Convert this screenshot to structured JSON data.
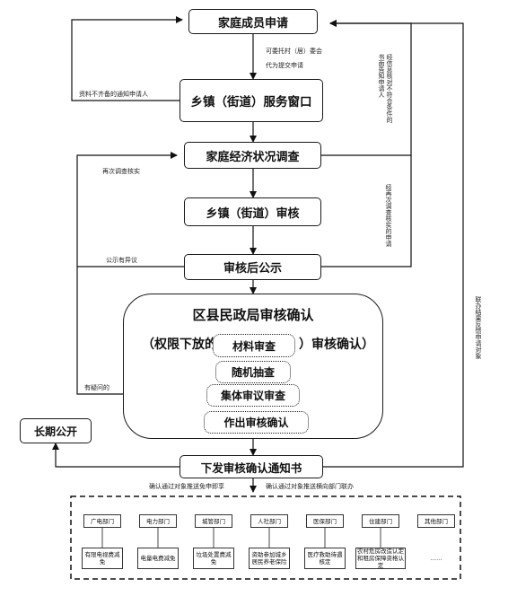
{
  "nodes": {
    "apply": "家庭成员申请",
    "window": "乡镇（街道）服务窗口",
    "survey": "家庭经济状况调查",
    "township_review": "乡镇（街道）审核",
    "publicity": "审核后公示",
    "county_title": "区县民政局审核确认",
    "county_sub_left": "（权限下放的",
    "county_sub_right": "）审核确认）",
    "material_review": "材料审查",
    "random_check": "随机抽查",
    "collective_review": "集体审议审查",
    "make_confirm": "作出审核确认",
    "long_term": "长期公开",
    "notice": "下发审核确认通知书"
  },
  "notes": {
    "entrust_1": "可委托村（居）委会",
    "entrust_2": "代为提交申请",
    "incomplete": "资料不齐备的通知申请人",
    "recheck": "再次调查核实",
    "objection": "公示有异议",
    "doubt": "有疑问的",
    "confirm_left": "确认通过对象推送免申即享",
    "confirm_right": "确认通过对象推送横向部门联办",
    "vertical_1": "经信息核对不符合条件的书面告知申请人",
    "vertical_2": "经再次调查核实的申请",
    "vertical_3": "联办结果反馈申请对象"
  },
  "departments": [
    {
      "dept": "广电部门",
      "service": "有限电视费减免"
    },
    {
      "dept": "电力部门",
      "service": "电量电费减免"
    },
    {
      "dept": "城管部门",
      "service": "垃圾处置费减免"
    },
    {
      "dept": "人社部门",
      "service": "资助参加城乡居民养老保险"
    },
    {
      "dept": "医保部门",
      "service": "医疗救助待遇核定"
    },
    {
      "dept": "住建部门",
      "service": "农村危房改造认定和租房保障资格认定"
    },
    {
      "dept": "其他部门",
      "service": "……"
    }
  ]
}
